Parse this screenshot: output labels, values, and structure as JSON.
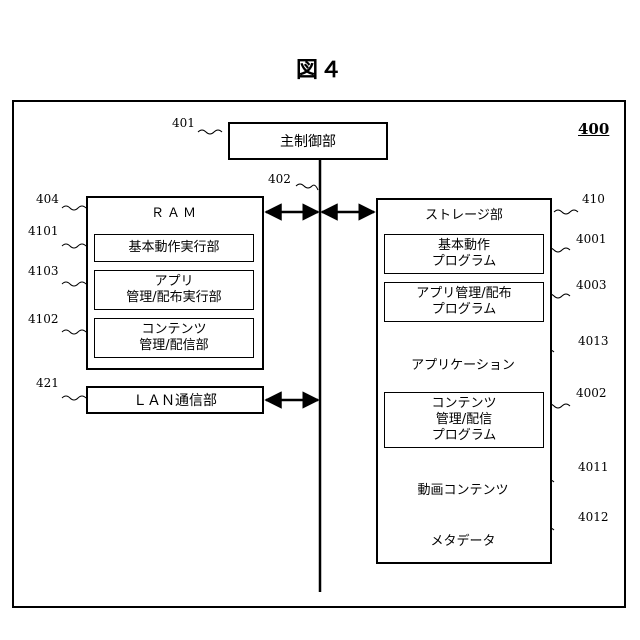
{
  "figure_title": "図４",
  "frame_ref": "400",
  "main_control": {
    "label": "主制御部",
    "ref": "401"
  },
  "bus": {
    "ref": "402"
  },
  "ram": {
    "label": "ＲＡＭ",
    "ref": "404",
    "items": [
      {
        "ref": "4101",
        "lines": [
          "基本動作実行部"
        ]
      },
      {
        "ref": "4103",
        "lines": [
          "アプリ",
          "管理/配布実行部"
        ]
      },
      {
        "ref": "4102",
        "lines": [
          "コンテンツ",
          "管理/配信部"
        ]
      }
    ]
  },
  "lan": {
    "label": "ＬＡＮ通信部",
    "ref": "421"
  },
  "storage": {
    "label": "ストレージ部",
    "ref": "410",
    "programs": [
      {
        "ref": "4001",
        "lines": [
          "基本動作",
          "プログラム"
        ]
      },
      {
        "ref": "4003",
        "lines": [
          "アプリ管理/配布",
          "プログラム"
        ]
      },
      {
        "ref": "4002",
        "lines": [
          "コンテンツ",
          "管理/配信",
          "プログラム"
        ]
      }
    ],
    "data_stores": [
      {
        "ref": "4013",
        "label": "アプリケーション"
      },
      {
        "ref": "4011",
        "label": "動画コンテンツ"
      },
      {
        "ref": "4012",
        "label": "メタデータ"
      }
    ]
  }
}
